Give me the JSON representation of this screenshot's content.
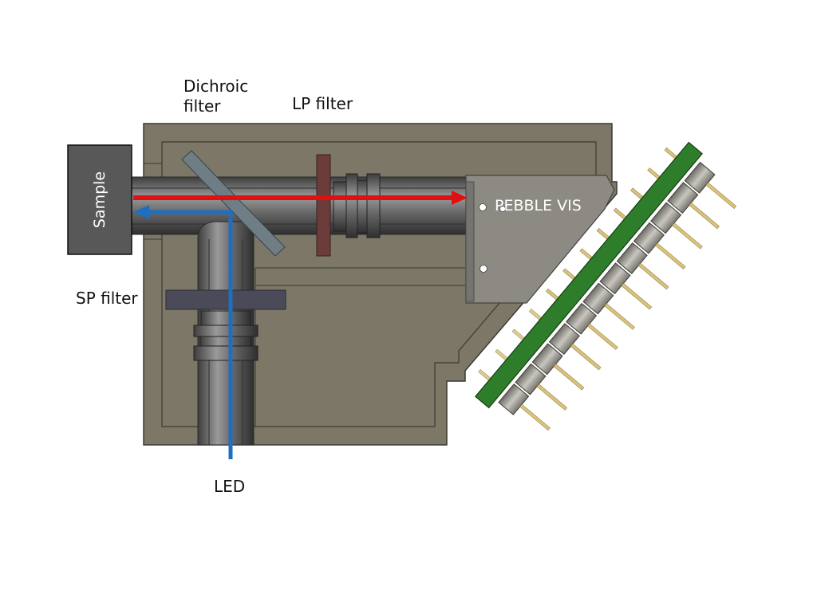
{
  "labels": {
    "dichroic_line1": "Dichroic",
    "dichroic_line2": "filter",
    "lp_filter": "LP filter",
    "sp_filter": "SP filter",
    "led": "LED",
    "sample": "Sample",
    "pebble_vis": "PEBBLE VIS"
  },
  "colors": {
    "housing": "#7d7768",
    "housing_edge": "#3d3a33",
    "sample_box": "#585858",
    "tube": "#5f5f5f",
    "pebble": "#8c8a82",
    "dichroic": "#6f7e84",
    "lp_filter": "#6b3c3a",
    "sp_filter": "#4a4a58",
    "pcb": "#2e7d2a",
    "pin": "#d9c27a",
    "excitation_beam": "#1f6fc1",
    "emission_beam": "#e01010"
  }
}
